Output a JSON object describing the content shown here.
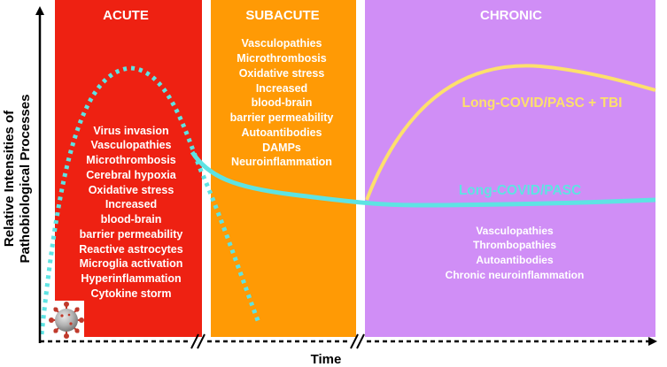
{
  "colors": {
    "acute": "#ee2112",
    "subacute": "#ff9a05",
    "chronic": "#d08ef6",
    "curve_cyan": "#5ee3e3",
    "curve_yellow": "#fde06c"
  },
  "axes": {
    "y_label_line1": "Relative Intensities of",
    "y_label_line2": "Pathobiological Processes",
    "x_label": "Time"
  },
  "phases": [
    {
      "title": "ACUTE",
      "items": [
        "Virus invasion",
        "Vasculopathies",
        "Microthrombosis",
        "Cerebral hypoxia",
        "Oxidative stress",
        "Increased",
        "blood-brain",
        "barrier permeability",
        "Reactive astrocytes",
        "Microglia activation",
        "Hyperinflammation",
        "Cytokine storm"
      ]
    },
    {
      "title": "SUBACUTE",
      "items": [
        "Vasculopathies",
        "Microthrombosis",
        "Oxidative stress",
        "Increased",
        "blood-brain",
        "barrier permeability",
        "Autoantibodies",
        "DAMPs",
        "Neuroinflammation"
      ]
    },
    {
      "title": "CHRONIC",
      "items": [
        "Vasculopathies",
        "Thrombopathies",
        "Autoantibodies",
        "Chronic neuroinflammation"
      ]
    }
  ],
  "curves": {
    "tbi_label": "Long-COVID/PASC + TBI",
    "pasc_label": "Long-COVID/PASC"
  },
  "icons": {
    "virus": "sars-cov-2-virus-icon"
  }
}
